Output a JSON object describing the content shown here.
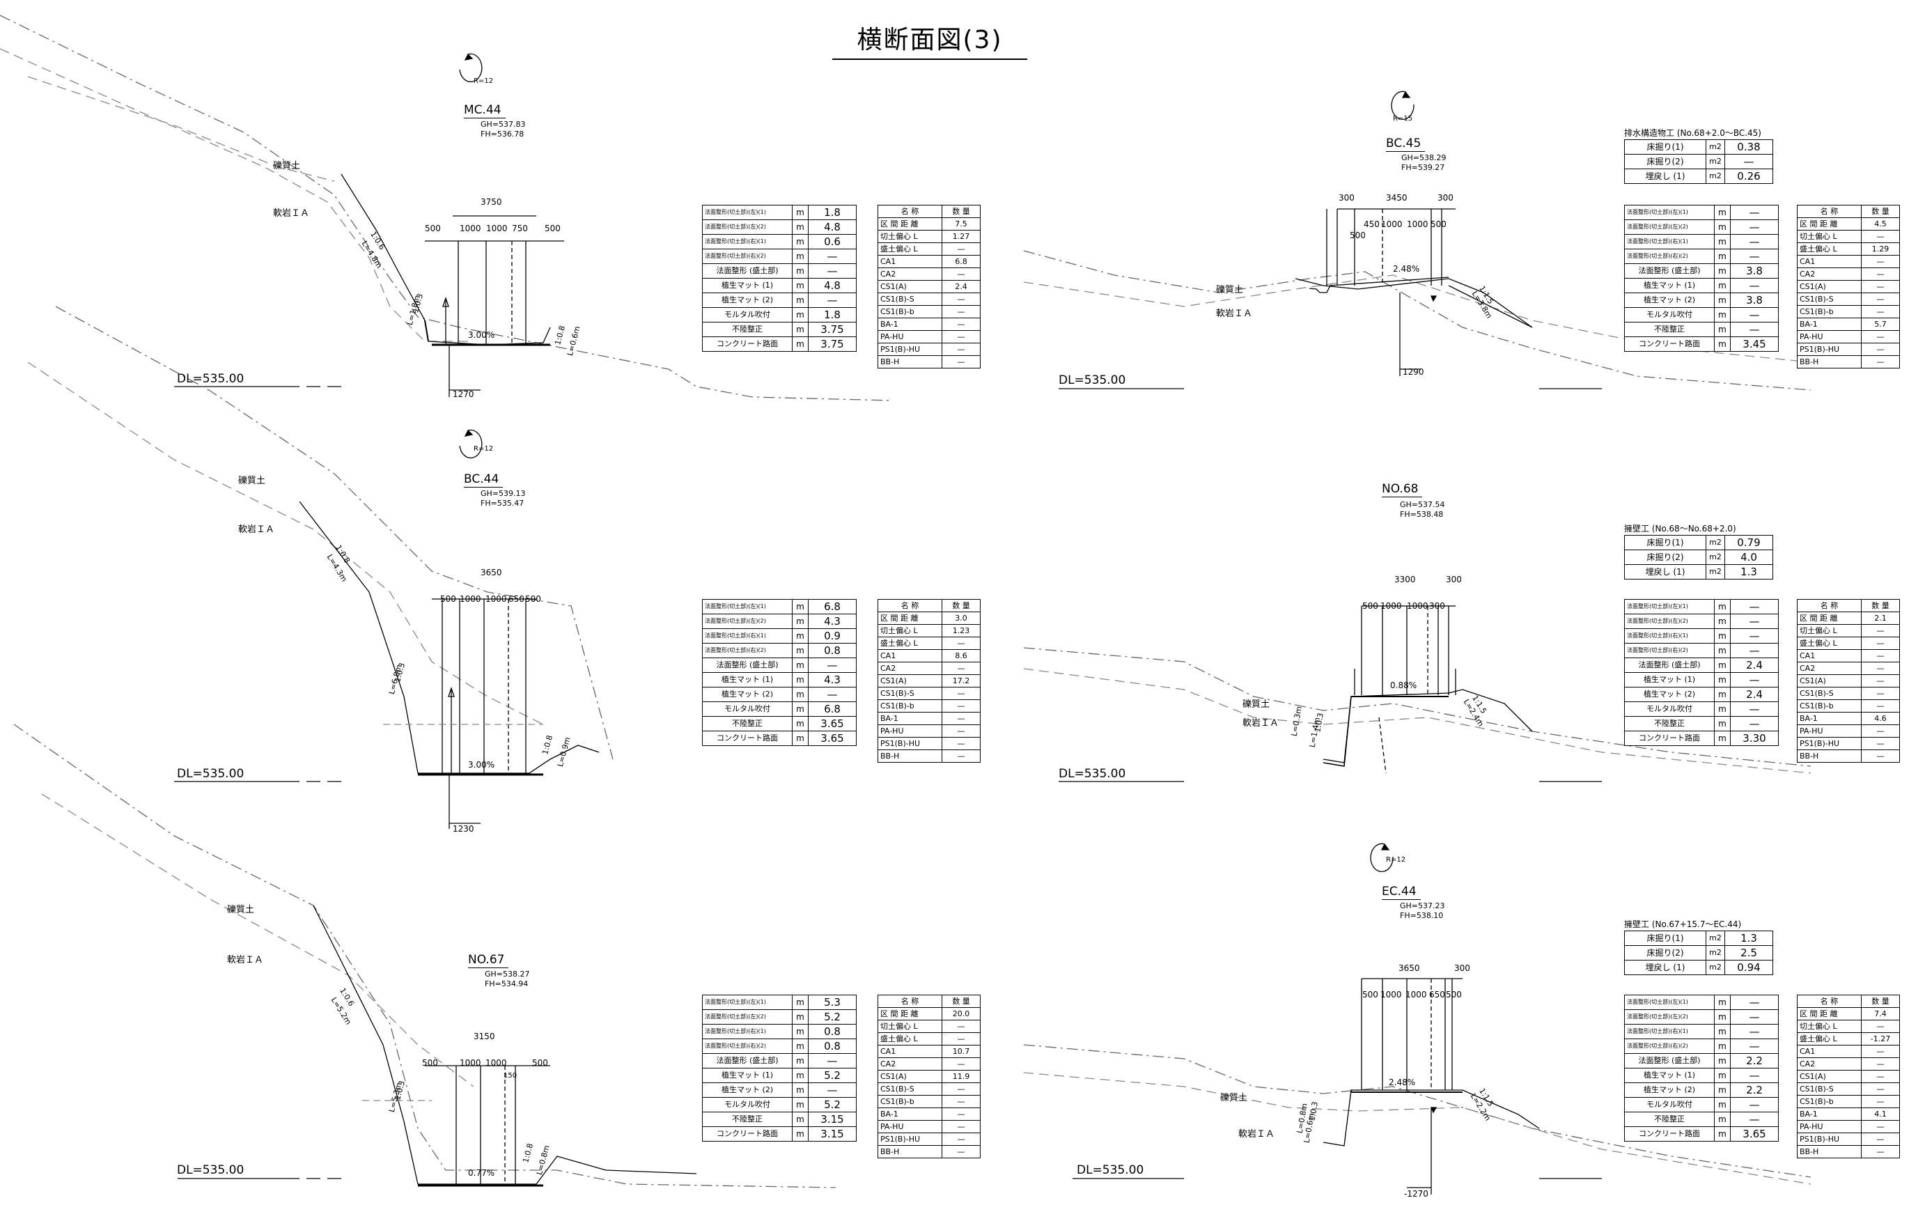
{
  "title": "横断面図(3)",
  "columns": [
    "名 称",
    "数 量"
  ],
  "soils": {
    "gravel": "礫質土",
    "rock": "軟岩ＩＡ"
  },
  "sections": [
    {
      "station": "MC.44",
      "gh": "GH=537.83",
      "fh": "FH=536.78",
      "radius": "R=12",
      "dl": "DL=535.00",
      "dims": [
        "3750",
        "500",
        "1000",
        "1000",
        "750",
        "500",
        "1270"
      ],
      "slope_pct": "3.00%",
      "slopes": [
        "1:0.6",
        "L=4.8m",
        "1:0.3",
        "L=1.8m",
        "1:0.8",
        "L=0.6m"
      ],
      "work": [
        {
          "n": "法面整形(切土部)(左)(1)",
          "u": "m",
          "v": "1.8"
        },
        {
          "n": "法面整形(切土部)(左)(2)",
          "u": "m",
          "v": "4.8"
        },
        {
          "n": "法面整形(切土部)(右)(1)",
          "u": "m",
          "v": "0.6"
        },
        {
          "n": "法面整形(切土部)(右)(2)",
          "u": "m",
          "v": "—"
        },
        {
          "n": "法面整形 (盛土部)",
          "u": "m",
          "v": "—"
        },
        {
          "n": "植生マット (1)",
          "u": "m",
          "v": "4.8"
        },
        {
          "n": "植生マット (2)",
          "u": "m",
          "v": "—"
        },
        {
          "n": "モルタル吹付",
          "u": "m",
          "v": "1.8"
        },
        {
          "n": "不陸整正",
          "u": "m",
          "v": "3.75"
        },
        {
          "n": "コンクリート路面",
          "u": "m",
          "v": "3.75"
        }
      ],
      "qty": [
        {
          "a": "区 間 距 離",
          "b": "7.5"
        },
        {
          "a": "切土偏心 L",
          "b": "1.27"
        },
        {
          "a": "盛土偏心 L",
          "b": "—"
        },
        {
          "a": "CA1",
          "b": "6.8"
        },
        {
          "a": "CA2",
          "b": "—"
        },
        {
          "a": "CS1(A)",
          "b": "2.4"
        },
        {
          "a": "CS1(B)-S",
          "b": "—"
        },
        {
          "a": "CS1(B)-b",
          "b": "—"
        },
        {
          "a": "BA-1",
          "b": "—"
        },
        {
          "a": "PA-HU",
          "b": "—"
        },
        {
          "a": "PS1(B)-HU",
          "b": "—"
        },
        {
          "a": "BB-H",
          "b": "—"
        }
      ]
    },
    {
      "station": "BC.44",
      "gh": "GH=539.13",
      "fh": "FH=535.47",
      "radius": "R=12",
      "dl": "DL=535.00",
      "dims": [
        "3650",
        "500",
        "1000",
        "1000",
        "650",
        "500",
        "1230"
      ],
      "slope_pct": "3.00%",
      "slopes": [
        "1:0.8",
        "L=4.3m",
        "1:0.3",
        "L=6.8m",
        "1:0.8",
        "L=0.9m"
      ],
      "work": [
        {
          "n": "法面整形(切土部)(左)(1)",
          "u": "m",
          "v": "6.8"
        },
        {
          "n": "法面整形(切土部)(左)(2)",
          "u": "m",
          "v": "4.3"
        },
        {
          "n": "法面整形(切土部)(右)(1)",
          "u": "m",
          "v": "0.9"
        },
        {
          "n": "法面整形(切土部)(右)(2)",
          "u": "m",
          "v": "0.8"
        },
        {
          "n": "法面整形 (盛土部)",
          "u": "m",
          "v": "—"
        },
        {
          "n": "植生マット (1)",
          "u": "m",
          "v": "4.3"
        },
        {
          "n": "植生マット (2)",
          "u": "m",
          "v": "—"
        },
        {
          "n": "モルタル吹付",
          "u": "m",
          "v": "6.8"
        },
        {
          "n": "不陸整正",
          "u": "m",
          "v": "3.65"
        },
        {
          "n": "コンクリート路面",
          "u": "m",
          "v": "3.65"
        }
      ],
      "qty": [
        {
          "a": "区 間 距 離",
          "b": "3.0"
        },
        {
          "a": "切土偏心 L",
          "b": "1.23"
        },
        {
          "a": "盛土偏心 L",
          "b": "—"
        },
        {
          "a": "CA1",
          "b": "8.6"
        },
        {
          "a": "CA2",
          "b": "—"
        },
        {
          "a": "CS1(A)",
          "b": "17.2"
        },
        {
          "a": "CS1(B)-S",
          "b": "—"
        },
        {
          "a": "CS1(B)-b",
          "b": "—"
        },
        {
          "a": "BA-1",
          "b": "—"
        },
        {
          "a": "PA-HU",
          "b": "—"
        },
        {
          "a": "PS1(B)-HU",
          "b": "—"
        },
        {
          "a": "BB-H",
          "b": "—"
        }
      ]
    },
    {
      "station": "NO.67",
      "gh": "GH=538.27",
      "fh": "FH=534.94",
      "radius": "",
      "dl": "DL=535.00",
      "dims": [
        "3150",
        "500",
        "1000",
        "1000",
        "500",
        "150"
      ],
      "slope_pct": "0.77%",
      "slopes": [
        "1:0.6",
        "L=5.2m",
        "1:0.3",
        "L=5.3m",
        "1:0.8",
        "L=0.8m"
      ],
      "work": [
        {
          "n": "法面整形(切土部)(左)(1)",
          "u": "m",
          "v": "5.3"
        },
        {
          "n": "法面整形(切土部)(左)(2)",
          "u": "m",
          "v": "5.2"
        },
        {
          "n": "法面整形(切土部)(右)(1)",
          "u": "m",
          "v": "0.8"
        },
        {
          "n": "法面整形(切土部)(右)(2)",
          "u": "m",
          "v": "0.8"
        },
        {
          "n": "法面整形 (盛土部)",
          "u": "m",
          "v": "—"
        },
        {
          "n": "植生マット (1)",
          "u": "m",
          "v": "5.2"
        },
        {
          "n": "植生マット (2)",
          "u": "m",
          "v": "—"
        },
        {
          "n": "モルタル吹付",
          "u": "m",
          "v": "5.2"
        },
        {
          "n": "不陸整正",
          "u": "m",
          "v": "3.15"
        },
        {
          "n": "コンクリート路面",
          "u": "m",
          "v": "3.15"
        }
      ],
      "qty": [
        {
          "a": "区 間 距 離",
          "b": "20.0"
        },
        {
          "a": "切土偏心 L",
          "b": "—"
        },
        {
          "a": "盛土偏心 L",
          "b": "—"
        },
        {
          "a": "CA1",
          "b": "10.7"
        },
        {
          "a": "CA2",
          "b": "—"
        },
        {
          "a": "CS1(A)",
          "b": "11.9"
        },
        {
          "a": "CS1(B)-S",
          "b": "—"
        },
        {
          "a": "CS1(B)-b",
          "b": "—"
        },
        {
          "a": "BA-1",
          "b": "—"
        },
        {
          "a": "PA-HU",
          "b": "—"
        },
        {
          "a": "PS1(B)-HU",
          "b": "—"
        },
        {
          "a": "BB-H",
          "b": "—"
        }
      ]
    },
    {
      "station": "BC.45",
      "gh": "GH=538.29",
      "fh": "FH=539.27",
      "radius": "R=15",
      "dl": "DL=535.00",
      "dims": [
        "300",
        "3450",
        "300",
        "450",
        "1000",
        "1000",
        "500",
        "500",
        "1290"
      ],
      "slope_pct": "2.48%",
      "slopes": [
        "1:1.5",
        "L=3.8m"
      ],
      "extra_title": "排水構造物工 (No.68+2.0〜BC.45)",
      "extra": [
        {
          "n": "床掘り(1)",
          "u": "m2",
          "v": "0.38"
        },
        {
          "n": "床掘り(2)",
          "u": "m2",
          "v": "—"
        },
        {
          "n": "埋戻し (1)",
          "u": "m2",
          "v": "0.26"
        }
      ],
      "work": [
        {
          "n": "法面整形(切土部)(左)(1)",
          "u": "m",
          "v": "—"
        },
        {
          "n": "法面整形(切土部)(左)(2)",
          "u": "m",
          "v": "—"
        },
        {
          "n": "法面整形(切土部)(右)(1)",
          "u": "m",
          "v": "—"
        },
        {
          "n": "法面整形(切土部)(右)(2)",
          "u": "m",
          "v": "—"
        },
        {
          "n": "法面整形 (盛土部)",
          "u": "m",
          "v": "3.8"
        },
        {
          "n": "植生マット (1)",
          "u": "m",
          "v": "—"
        },
        {
          "n": "植生マット (2)",
          "u": "m",
          "v": "3.8"
        },
        {
          "n": "モルタル吹付",
          "u": "m",
          "v": "—"
        },
        {
          "n": "不陸整正",
          "u": "m",
          "v": "—"
        },
        {
          "n": "コンクリート路面",
          "u": "m",
          "v": "3.45"
        }
      ],
      "qty": [
        {
          "a": "区 間 距 離",
          "b": "4.5"
        },
        {
          "a": "切土偏心 L",
          "b": "—"
        },
        {
          "a": "盛土偏心 L",
          "b": "1.29"
        },
        {
          "a": "CA1",
          "b": "—"
        },
        {
          "a": "CA2",
          "b": "—"
        },
        {
          "a": "CS1(A)",
          "b": "—"
        },
        {
          "a": "CS1(B)-S",
          "b": "—"
        },
        {
          "a": "CS1(B)-b",
          "b": "—"
        },
        {
          "a": "BA-1",
          "b": "5.7"
        },
        {
          "a": "PA-HU",
          "b": "—"
        },
        {
          "a": "PS1(B)-HU",
          "b": "—"
        },
        {
          "a": "BB-H",
          "b": "—"
        }
      ]
    },
    {
      "station": "NO.68",
      "gh": "GH=537.54",
      "fh": "FH=538.48",
      "radius": "",
      "dl": "DL=535.00",
      "dims": [
        "3300",
        "300",
        "500",
        "1000",
        "1000",
        "300"
      ],
      "slope_pct": "0.88%",
      "slopes": [
        "1:1.5",
        "L=2.4m",
        "1:0.3",
        "L=0.3m",
        "L=1.4m"
      ],
      "extra_title": "擁壁工 (No.68〜No.68+2.0)",
      "extra": [
        {
          "n": "床掘り(1)",
          "u": "m2",
          "v": "0.79"
        },
        {
          "n": "床掘り(2)",
          "u": "m2",
          "v": "4.0"
        },
        {
          "n": "埋戻し (1)",
          "u": "m2",
          "v": "1.3"
        }
      ],
      "work": [
        {
          "n": "法面整形(切土部)(左)(1)",
          "u": "m",
          "v": "—"
        },
        {
          "n": "法面整形(切土部)(左)(2)",
          "u": "m",
          "v": "—"
        },
        {
          "n": "法面整形(切土部)(右)(1)",
          "u": "m",
          "v": "—"
        },
        {
          "n": "法面整形(切土部)(右)(2)",
          "u": "m",
          "v": "—"
        },
        {
          "n": "法面整形 (盛土部)",
          "u": "m",
          "v": "2.4"
        },
        {
          "n": "植生マット (1)",
          "u": "m",
          "v": "—"
        },
        {
          "n": "植生マット (2)",
          "u": "m",
          "v": "2.4"
        },
        {
          "n": "モルタル吹付",
          "u": "m",
          "v": "—"
        },
        {
          "n": "不陸整正",
          "u": "m",
          "v": "—"
        },
        {
          "n": "コンクリート路面",
          "u": "m",
          "v": "3.30"
        }
      ],
      "qty": [
        {
          "a": "区 間 距 離",
          "b": "2.1"
        },
        {
          "a": "切土偏心 L",
          "b": "—"
        },
        {
          "a": "盛土偏心 L",
          "b": "—"
        },
        {
          "a": "CA1",
          "b": "—"
        },
        {
          "a": "CA2",
          "b": "—"
        },
        {
          "a": "CS1(A)",
          "b": "—"
        },
        {
          "a": "CS1(B)-S",
          "b": "—"
        },
        {
          "a": "CS1(B)-b",
          "b": "—"
        },
        {
          "a": "BA-1",
          "b": "4.6"
        },
        {
          "a": "PA-HU",
          "b": "—"
        },
        {
          "a": "PS1(B)-HU",
          "b": "—"
        },
        {
          "a": "BB-H",
          "b": "—"
        }
      ]
    },
    {
      "station": "EC.44",
      "gh": "GH=537.23",
      "fh": "FH=538.10",
      "radius": "R=12",
      "dl": "DL=535.00",
      "dims": [
        "3650",
        "300",
        "500",
        "1000",
        "1000",
        "650",
        "500",
        "-1270"
      ],
      "slope_pct": "2.48%",
      "slopes": [
        "1:1.5",
        "L=2.2m",
        "1:0.3",
        "L=0.8m",
        "L=0.6m"
      ],
      "extra_title": "擁壁工 (No.67+15.7〜EC.44)",
      "extra": [
        {
          "n": "床掘り(1)",
          "u": "m2",
          "v": "1.3"
        },
        {
          "n": "床掘り(2)",
          "u": "m2",
          "v": "2.5"
        },
        {
          "n": "埋戻し (1)",
          "u": "m2",
          "v": "0.94"
        }
      ],
      "work": [
        {
          "n": "法面整形(切土部)(左)(1)",
          "u": "m",
          "v": "—"
        },
        {
          "n": "法面整形(切土部)(左)(2)",
          "u": "m",
          "v": "—"
        },
        {
          "n": "法面整形(切土部)(右)(1)",
          "u": "m",
          "v": "—"
        },
        {
          "n": "法面整形(切土部)(右)(2)",
          "u": "m",
          "v": "—"
        },
        {
          "n": "法面整形 (盛土部)",
          "u": "m",
          "v": "2.2"
        },
        {
          "n": "植生マット (1)",
          "u": "m",
          "v": "—"
        },
        {
          "n": "植生マット (2)",
          "u": "m",
          "v": "2.2"
        },
        {
          "n": "モルタル吹付",
          "u": "m",
          "v": "—"
        },
        {
          "n": "不陸整正",
          "u": "m",
          "v": "—"
        },
        {
          "n": "コンクリート路面",
          "u": "m",
          "v": "3.65"
        }
      ],
      "qty": [
        {
          "a": "区 間 距 離",
          "b": "7.4"
        },
        {
          "a": "切土偏心 L",
          "b": "—"
        },
        {
          "a": "盛土偏心 L",
          "b": "-1.27"
        },
        {
          "a": "CA1",
          "b": "—"
        },
        {
          "a": "CA2",
          "b": "—"
        },
        {
          "a": "CS1(A)",
          "b": "—"
        },
        {
          "a": "CS1(B)-S",
          "b": "—"
        },
        {
          "a": "CS1(B)-b",
          "b": "—"
        },
        {
          "a": "BA-1",
          "b": "4.1"
        },
        {
          "a": "PA-HU",
          "b": "—"
        },
        {
          "a": "PS1(B)-HU",
          "b": "—"
        },
        {
          "a": "BB-H",
          "b": "—"
        }
      ]
    }
  ]
}
